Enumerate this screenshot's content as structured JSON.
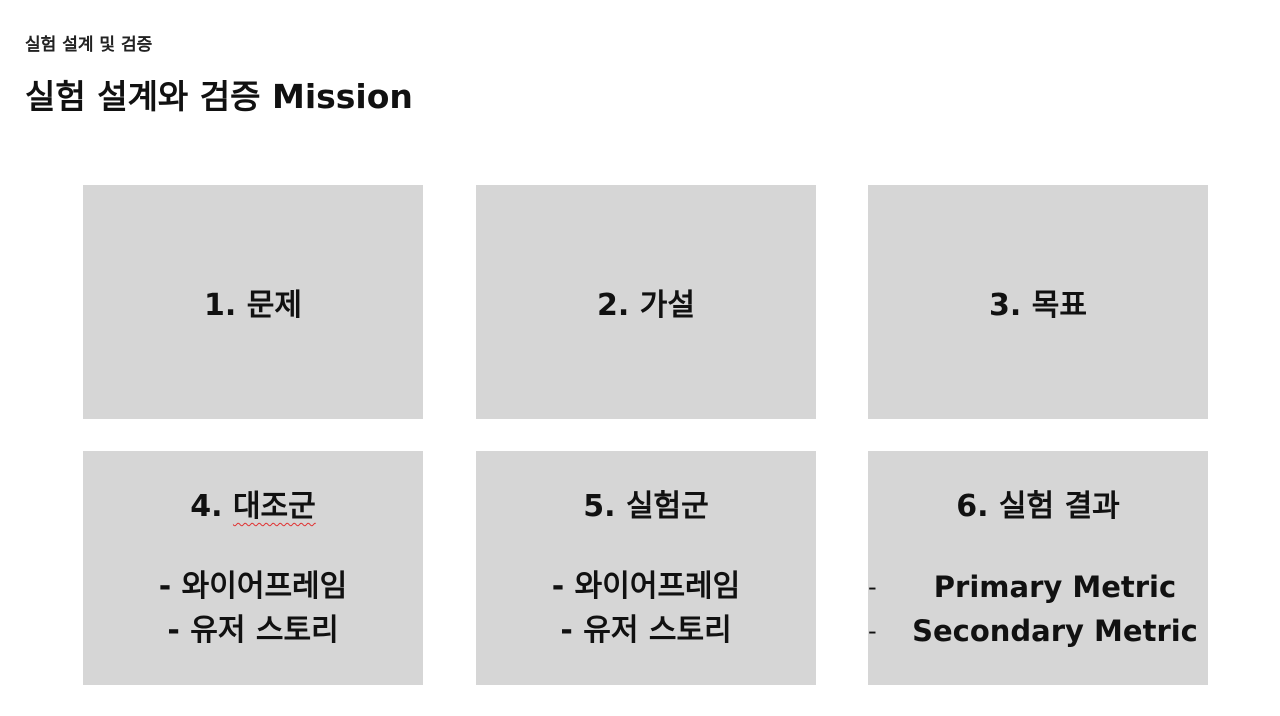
{
  "header": {
    "breadcrumb": "실험 설계 및 검증",
    "title": "실험 설계와 검증 Mission"
  },
  "cards": [
    {
      "title": "1. 문제"
    },
    {
      "title": "2. 가설"
    },
    {
      "title": "3. 목표"
    },
    {
      "title_number": "4. ",
      "title_word": "대조군",
      "items": [
        "- 와이어프레임",
        "- 유저 스토리"
      ]
    },
    {
      "title": "5. 실험군",
      "items": [
        "- 와이어프레임",
        "- 유저 스토리"
      ]
    },
    {
      "title": "6. 실험 결과",
      "items": [
        {
          "bullet": "-",
          "text": "Primary Metric"
        },
        {
          "bullet": "-",
          "text": "Secondary Metric"
        }
      ]
    }
  ],
  "colors": {
    "card_background": "#d6d6d6",
    "text": "#111111",
    "spellcheck_underline": "#e03030"
  }
}
